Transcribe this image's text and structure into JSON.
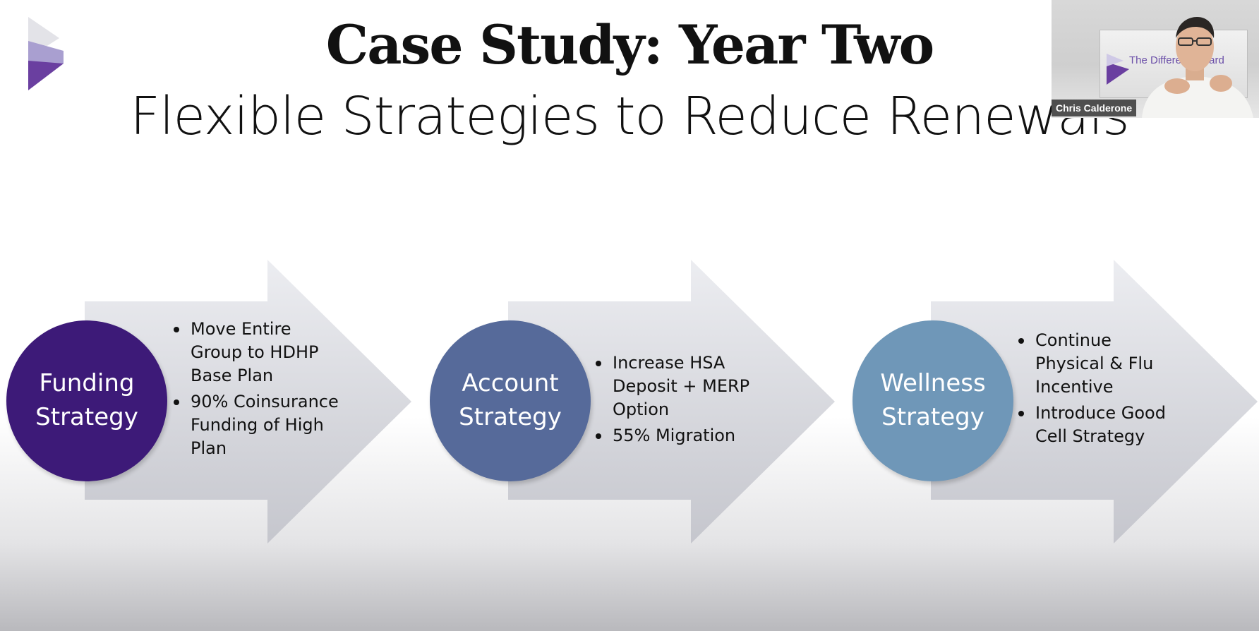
{
  "slide": {
    "title": "Case Study: Year Two",
    "subtitle": "Flexible Strategies to Reduce Renewals",
    "steps": [
      {
        "label": "Funding\nStrategy",
        "color": "#3d1a78",
        "bullets": [
          "Move Entire Group to HDHP Base Plan",
          "90% Coinsurance Funding of High Plan"
        ]
      },
      {
        "label": "Account\nStrategy",
        "color": "#566a9a",
        "bullets": [
          "Increase HSA Deposit + MERP Option",
          "55% Migration"
        ]
      },
      {
        "label": "Wellness\nStrategy",
        "color": "#6f97b8",
        "bullets": [
          "Continue Physical & Flu Incentive",
          "Introduce Good Cell Strategy"
        ]
      }
    ]
  },
  "webcam": {
    "participant_name": "Chris Calderone",
    "background_sign_text": "The Difference Card"
  },
  "colors": {
    "arrow_light": "#e6e7ec",
    "arrow_dark": "#c8c9d0",
    "logo_purple": "#6a3fa0",
    "logo_light": "#a99fd0"
  }
}
